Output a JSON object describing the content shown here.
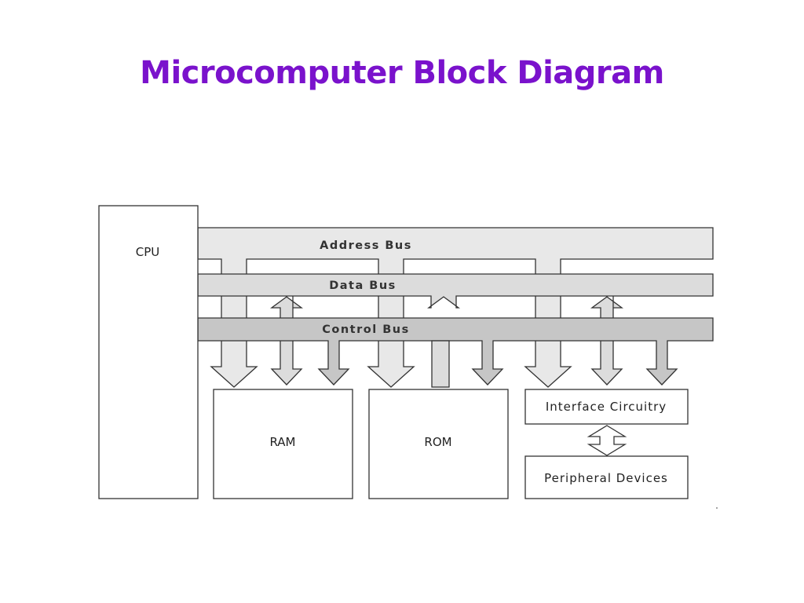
{
  "title": "Microcomputer Block Diagram",
  "blocks": {
    "cpu": "CPU",
    "ram": "RAM",
    "rom": "ROM",
    "interface": "Interface Circuitry",
    "peripheral": "Peripheral Devices"
  },
  "buses": {
    "address": "Address Bus",
    "data": "Data Bus",
    "control": "Control Bus"
  },
  "colors": {
    "title": "#7a12cc",
    "address_bus_fill": "#e8e8e8",
    "data_bus_fill": "#dcdcdc",
    "control_bus_fill": "#c6c6c6",
    "outline": "#333333"
  }
}
